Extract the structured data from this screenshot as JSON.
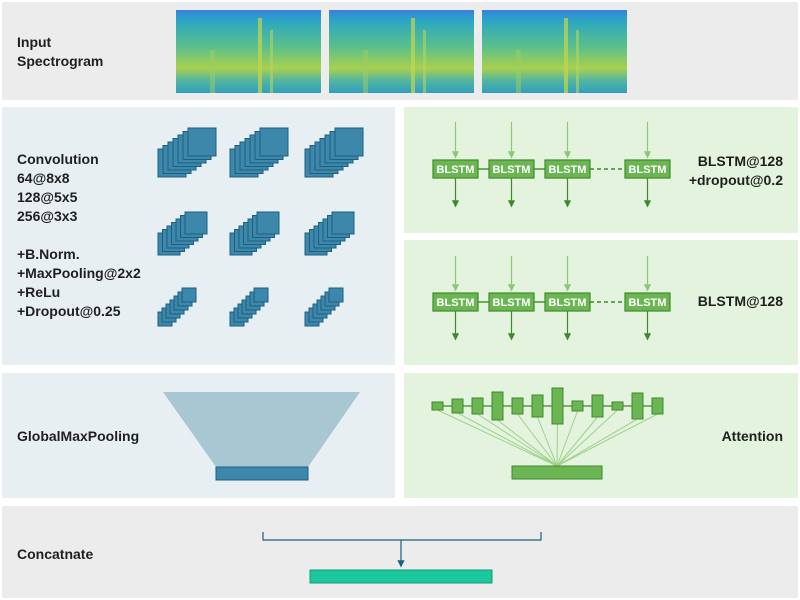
{
  "colors": {
    "panel_gray": "#ececec",
    "panel_blue": "#e8eff3",
    "panel_green": "#e3f3dd",
    "cnn_blue": "#3d87ab",
    "cnn_dark": "#1d5f80",
    "blstm_fill": "#6bb552",
    "blstm_stroke": "#3e8a2a",
    "concat": "#1cc79d"
  },
  "rows": {
    "input": {
      "label": "Input\nSpectrogram",
      "spectrogram_count": 3
    },
    "convolution": {
      "label": "Convolution\n64@8x8\n128@5x5\n256@3x3\n\n+B.Norm.\n+MaxPooling@2x2\n+ReLu\n+Dropout@0.25"
    },
    "blstm_top": {
      "label": "BLSTM@128\n+dropout@0.2",
      "cell_label": "BLSTM",
      "cells": 4
    },
    "blstm_bottom": {
      "label": "BLSTM@128",
      "cell_label": "BLSTM",
      "cells": 4
    },
    "global_pool": {
      "label": "GlobalMaxPooling"
    },
    "attention": {
      "label": "Attention"
    },
    "concatenate": {
      "label": "Concatnate"
    }
  }
}
